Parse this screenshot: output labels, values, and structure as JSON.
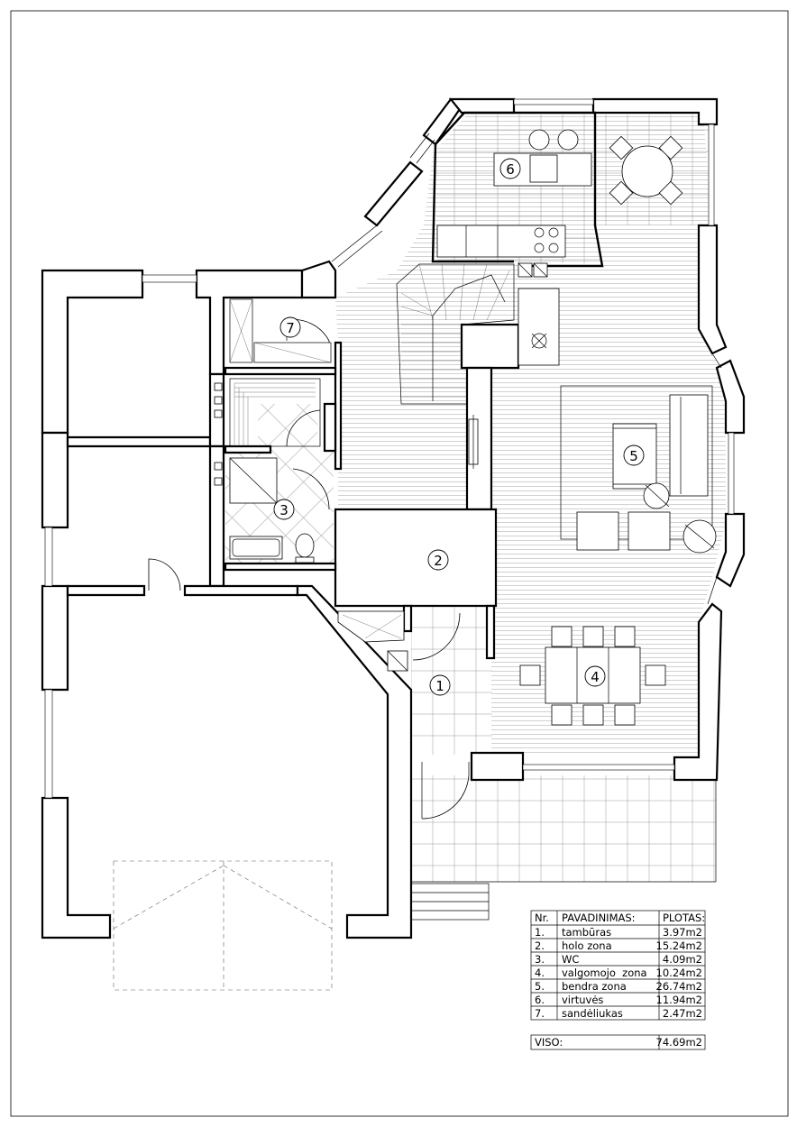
{
  "rooms": [
    {
      "nr": "1",
      "label": "1"
    },
    {
      "nr": "2",
      "label": "2"
    },
    {
      "nr": "3",
      "label": "3"
    },
    {
      "nr": "4",
      "label": "4"
    },
    {
      "nr": "5",
      "label": "5"
    },
    {
      "nr": "6",
      "label": "6"
    },
    {
      "nr": "7",
      "label": "7"
    }
  ],
  "table": {
    "headers": {
      "nr": "Nr.",
      "name": "PAVADINIMAS:",
      "area": "PLOTAS:"
    },
    "rows": [
      {
        "nr": "1.",
        "name": "tambūras",
        "area": "3.97m2"
      },
      {
        "nr": "2.",
        "name": "holo zona",
        "area": "15.24m2"
      },
      {
        "nr": "3.",
        "name": "WC",
        "area": "4.09m2"
      },
      {
        "nr": "4.",
        "name": "valgomojo  zona",
        "area": "10.24m2"
      },
      {
        "nr": "5.",
        "name": "bendra zona",
        "area": "26.74m2"
      },
      {
        "nr": "6.",
        "name": "virtuvės",
        "area": "11.94m2"
      },
      {
        "nr": "7.",
        "name": "sandėliukas",
        "area": "2.47m2"
      }
    ],
    "total": {
      "label": "VISO:",
      "value": "74.69m2"
    }
  }
}
